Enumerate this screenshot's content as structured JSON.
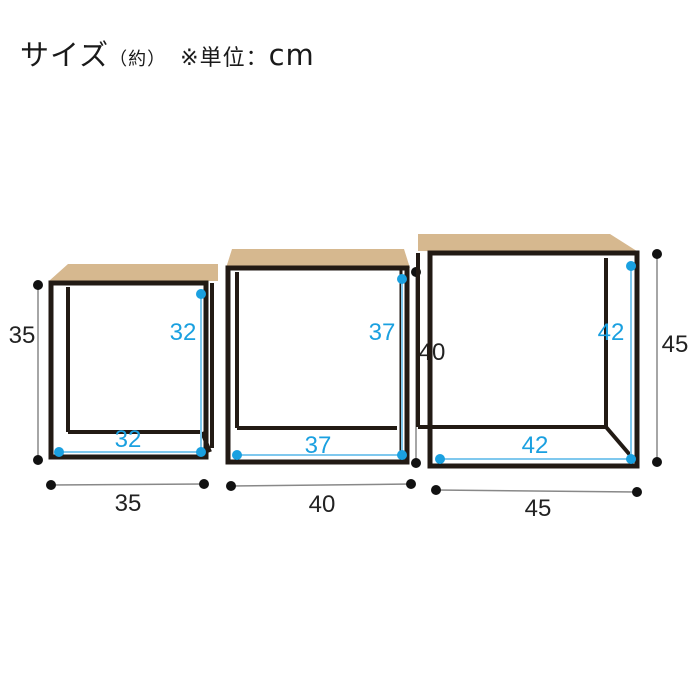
{
  "header": {
    "title": "サイズ",
    "approx": "（約）",
    "unit_note": "※単位：",
    "unit": "cm"
  },
  "colors": {
    "frame": "#221a14",
    "wood": "#d6b88f",
    "wood_edge": "#c3a277",
    "inner_dim": "#1aa0e0",
    "outer_dim": "#111111",
    "dim_line": "#888888"
  },
  "tables": [
    {
      "name": "small",
      "height": "35",
      "width": "35",
      "inner_height": "32",
      "inner_width": "32"
    },
    {
      "name": "medium",
      "height": "40",
      "width": "40",
      "inner_height": "37",
      "inner_width": "37"
    },
    {
      "name": "large",
      "height": "45",
      "width": "45",
      "inner_height": "42",
      "inner_width": "42"
    }
  ]
}
